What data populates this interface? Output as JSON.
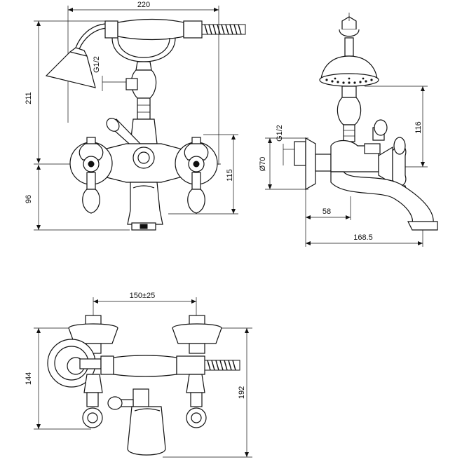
{
  "front_view": {
    "width_label": "220",
    "height_label": "211",
    "thread_label": "G1/2",
    "lower_height_label": "96",
    "spout_height_label": "115"
  },
  "side_view": {
    "shower_height_label": "116",
    "thread_label": "G1/2",
    "diameter_label": "Ø70",
    "depth_label": "58",
    "total_depth_label": "168.5"
  },
  "top_view": {
    "center_distance_label": "150±25",
    "depth_label": "144",
    "total_label": "192"
  },
  "colors": {
    "line": "#111111",
    "background": "#ffffff"
  }
}
